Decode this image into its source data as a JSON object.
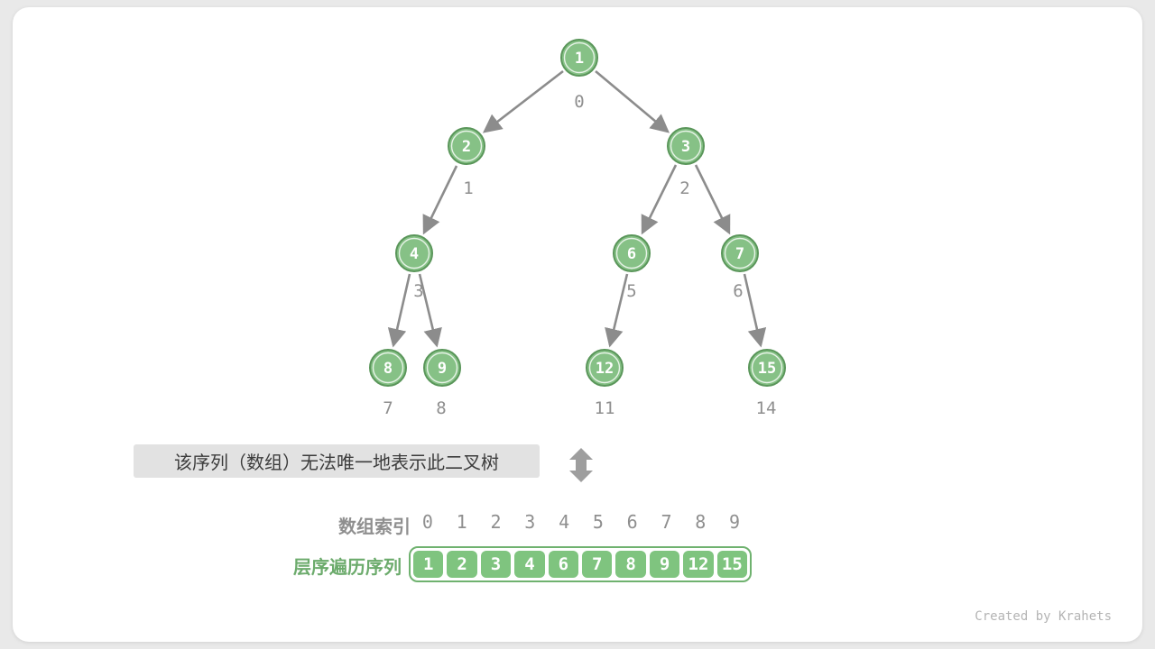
{
  "caption": "该序列（数组）无法唯一地表示此二叉树",
  "tree": {
    "nodes": [
      {
        "value": "1",
        "index": "0"
      },
      {
        "value": "2",
        "index": "1"
      },
      {
        "value": "3",
        "index": "2"
      },
      {
        "value": "4",
        "index": "3"
      },
      {
        "value": "6",
        "index": "5"
      },
      {
        "value": "7",
        "index": "6"
      },
      {
        "value": "8",
        "index": "7"
      },
      {
        "value": "9",
        "index": "8"
      },
      {
        "value": "12",
        "index": "11"
      },
      {
        "value": "15",
        "index": "14"
      }
    ],
    "edges": [
      "1-2",
      "1-3",
      "2-4",
      "3-6",
      "3-7",
      "4-8",
      "4-9",
      "6-12",
      "7-15"
    ]
  },
  "rows": {
    "index_label": "数组索引",
    "indices": [
      "0",
      "1",
      "2",
      "3",
      "4",
      "5",
      "6",
      "7",
      "8",
      "9"
    ],
    "sequence_label": "层序遍历序列",
    "sequence": [
      "1",
      "2",
      "3",
      "4",
      "6",
      "7",
      "8",
      "9",
      "12",
      "15"
    ]
  },
  "watermark": "Created by Krahets",
  "colors": {
    "node_fill": "#86C186",
    "node_border": "#5A965A",
    "sequence_green": "#7FC47F",
    "label_green": "#6CAB6C",
    "edge_gray": "#8C8C8C",
    "text_gray": "#8F8F8F",
    "caption_bg": "#E2E2E2"
  }
}
